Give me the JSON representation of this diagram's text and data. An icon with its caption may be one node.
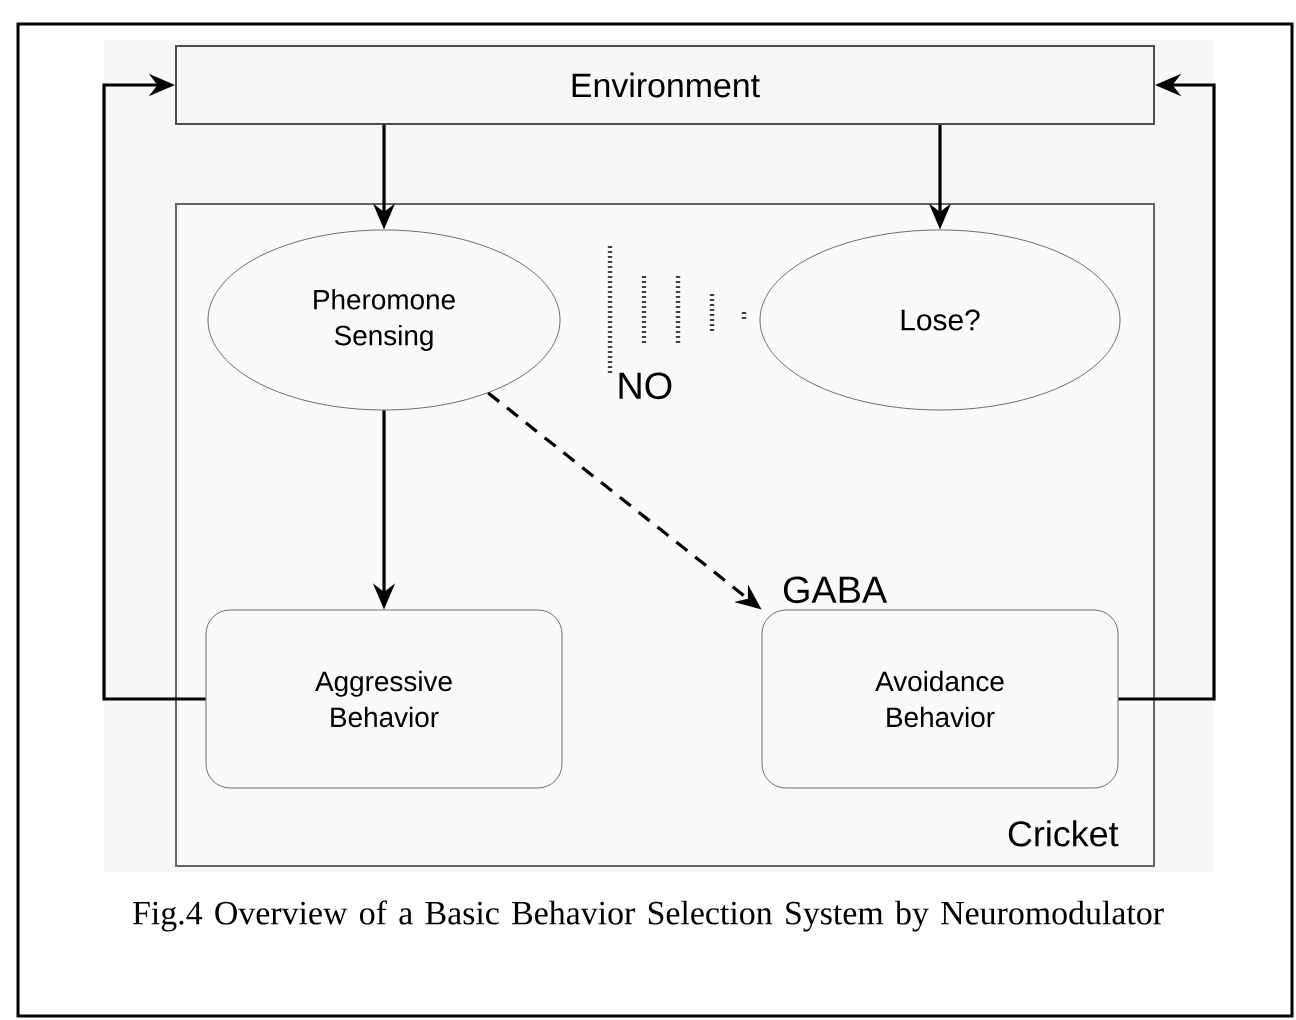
{
  "diagram": {
    "caption": "Fig.4 Overview of a Basic Behavior Selection System by Neuromodulator",
    "nodes": [
      {
        "text": [
          "Environment"
        ]
      },
      {
        "text": [
          "Cricket"
        ]
      },
      {
        "text": [
          "Pheromone Sensing"
        ],
        "in": 1
      },
      {
        "text": [
          "Lose?"
        ],
        "in": 1
      },
      {
        "text": [
          "Aggressive Behavior"
        ],
        "in": 1
      },
      {
        "text": [
          "Avoidance Behavior"
        ],
        "in": 1
      }
    ],
    "edges": [
      {
        "from": 0,
        "to": 2,
        "arrow": "to"
      },
      {
        "from": 0,
        "to": 3,
        "arrow": "to"
      },
      {
        "from": 2,
        "to": 4,
        "arrow": "to"
      },
      {
        "from": 2,
        "to": 5,
        "arrow": "to",
        "style": "dashed",
        "label": "GABA"
      },
      {
        "from": 4,
        "to": 0,
        "arrow": "to"
      },
      {
        "from": 5,
        "to": 0,
        "arrow": "to"
      }
    ],
    "labels": [
      "NO"
    ]
  }
}
